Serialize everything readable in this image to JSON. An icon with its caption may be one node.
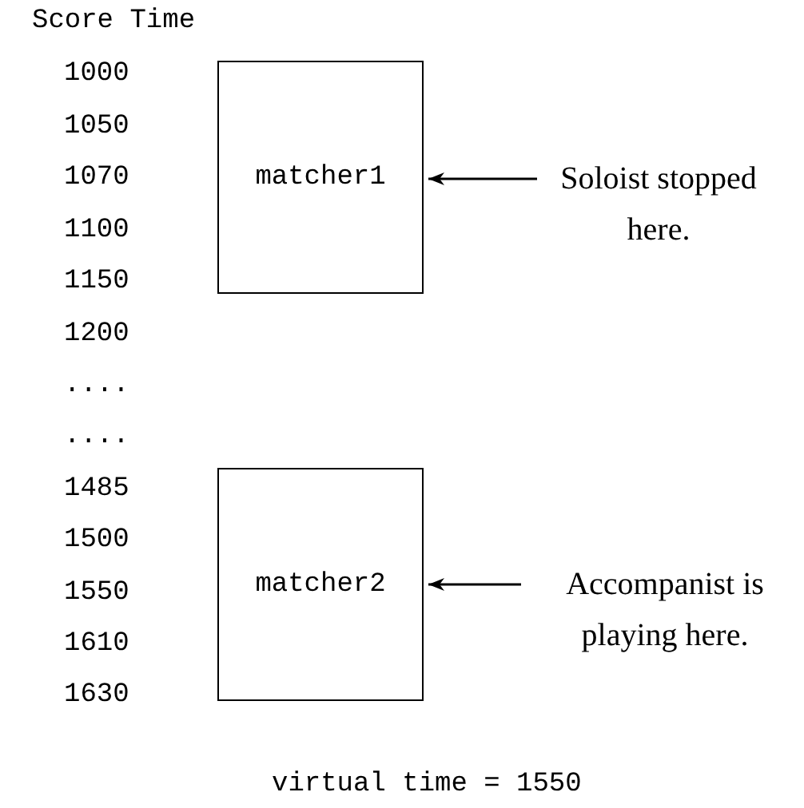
{
  "diagram": {
    "nodes": [
      {
        "text": [
          "matcher1"
        ]
      },
      {
        "text": [
          "Soloist stopped here."
        ]
      },
      {
        "text": [
          "matcher2"
        ]
      },
      {
        "text": [
          "Accompanist is playing here."
        ]
      }
    ],
    "edges": [
      {
        "from": 1,
        "to": 0,
        "arrow": "to"
      },
      {
        "from": 3,
        "to": 2,
        "arrow": "to"
      }
    ],
    "labels": [
      "Score Time",
      "1000",
      "1050",
      "1070",
      "1100",
      "1150",
      "1200",
      "....",
      "....",
      "1485",
      "1500",
      "1550",
      "1610",
      "1630",
      "virtual time = 1550"
    ]
  }
}
